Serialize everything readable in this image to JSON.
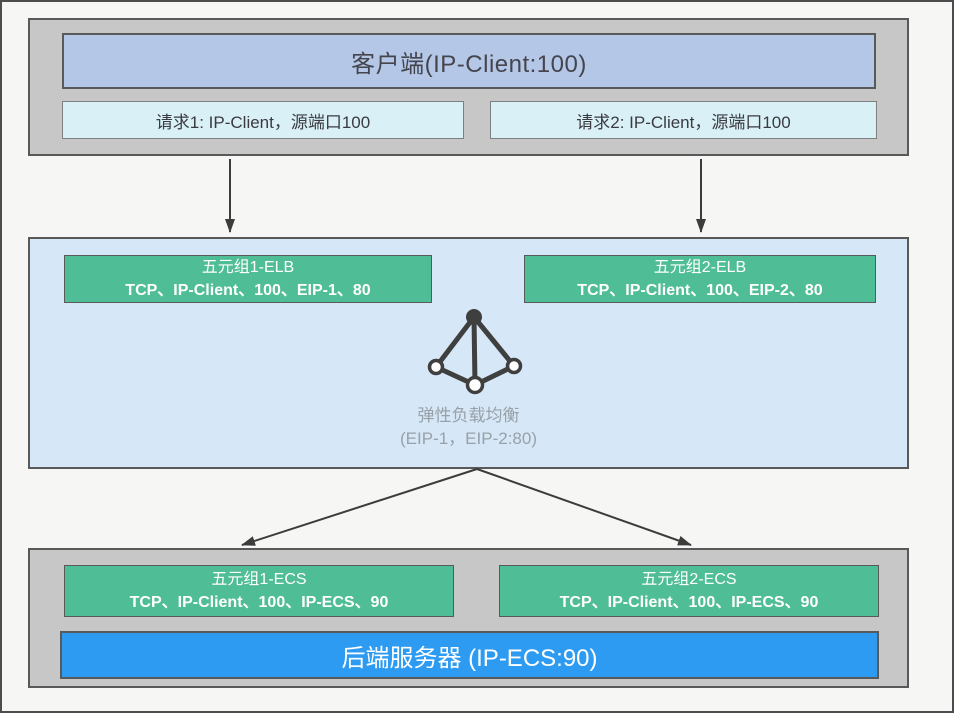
{
  "client": {
    "title": "客户端(IP-Client:100)",
    "requests": [
      {
        "label": "请求1: IP-Client，源端口100"
      },
      {
        "label": "请求2: IP-Client，源端口100"
      }
    ]
  },
  "elb": {
    "tuples": [
      {
        "name": "五元组1-ELB",
        "value": "TCP、IP-Client、100、EIP-1、80"
      },
      {
        "name": "五元组2-ELB",
        "value": "TCP、IP-Client、100、EIP-2、80"
      }
    ],
    "icon": "load-balancer-icon",
    "label": "弹性负载均衡",
    "sublabel": "(EIP-1，EIP-2:80)"
  },
  "ecs": {
    "tuples": [
      {
        "name": "五元组1-ECS",
        "value": "TCP、IP-Client、100、IP-ECS、90"
      },
      {
        "name": "五元组2-ECS",
        "value": "TCP、IP-Client、100、IP-ECS、90"
      }
    ],
    "server_label": "后端服务器 (IP-ECS:90)"
  },
  "colors": {
    "section_gray": "#c7c7c7",
    "section_blue": "#d6e7f7",
    "header_blue": "#b4c7e7",
    "request_cyan": "#d9f1f6",
    "tuple_green": "#4fbe97",
    "server_blue": "#2e9bf2",
    "border_dark": "#595959",
    "arrow_dark": "#3c3c3c",
    "elb_label_gray": "#98a1a8"
  }
}
